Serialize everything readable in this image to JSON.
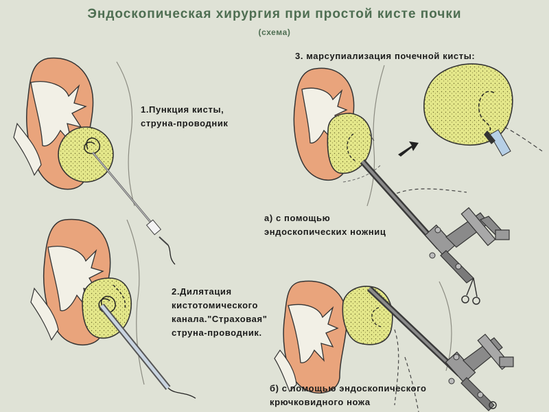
{
  "header": {
    "title": "Эндоскопическая хирургия при простой кисте почки",
    "subtitle": "(схема)"
  },
  "steps": {
    "step1": "1.Пункция кисты,\nструна-проводник",
    "step2": "2.Дилятация\nкистотомического\nканала.\"Страховая\"\nструна-проводник.",
    "step3": "3. марсупиализация почечной кисты:",
    "step3a": "а) с помощью\nэндоскопических ножниц",
    "step3b": "б) с помощью эндоскопического\nкрючковидного ножа"
  },
  "colors": {
    "background": "#dfe2d6",
    "title": "#4e6e52",
    "kidney": "#e9a47c",
    "cyst": "#e4e78a",
    "instrument": "#5c5c5c"
  }
}
